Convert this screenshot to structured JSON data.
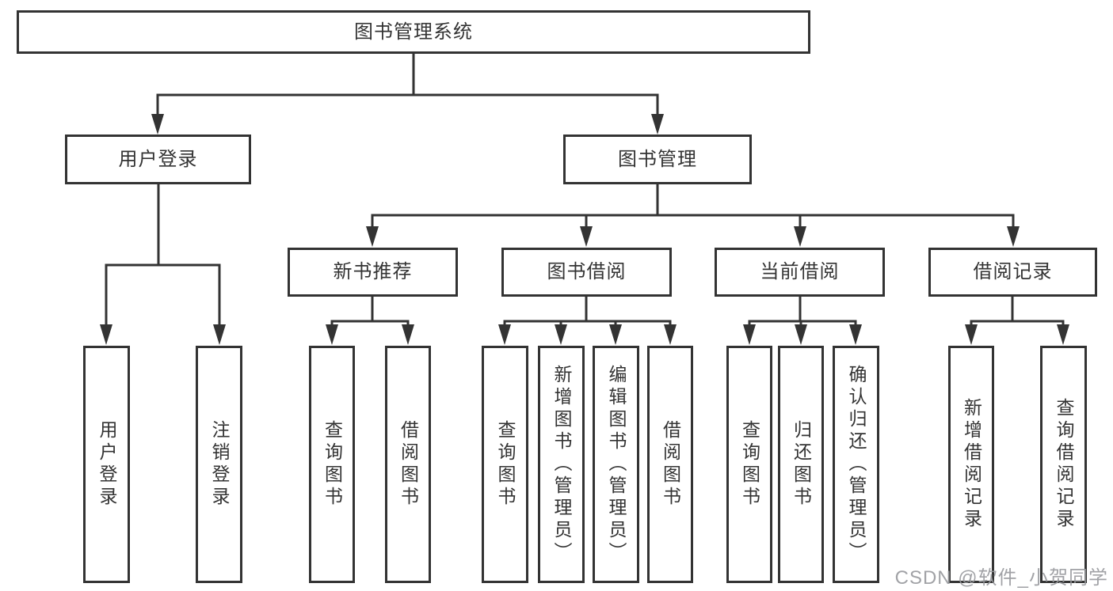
{
  "diagram": {
    "root": {
      "label": "图书管理系统"
    },
    "branches": [
      {
        "label": "用户登录",
        "children": [
          {
            "label": "用户登录"
          },
          {
            "label": "注销登录"
          }
        ]
      },
      {
        "label": "图书管理",
        "children": [
          {
            "label": "新书推荐",
            "children": [
              {
                "label": "查询图书"
              },
              {
                "label": "借阅图书"
              }
            ]
          },
          {
            "label": "图书借阅",
            "children": [
              {
                "label": "查询图书"
              },
              {
                "label": "新增图书（管理员）"
              },
              {
                "label": "编辑图书（管理员）"
              },
              {
                "label": "借阅图书"
              }
            ]
          },
          {
            "label": "当前借阅",
            "children": [
              {
                "label": "查询图书"
              },
              {
                "label": "归还图书"
              },
              {
                "label": "确认归还（管理员）"
              }
            ]
          },
          {
            "label": "借阅记录",
            "children": [
              {
                "label": "新增借阅记录"
              },
              {
                "label": "查询借阅记录"
              }
            ]
          }
        ]
      }
    ]
  },
  "watermark": {
    "text": "CSDN @软件_小贺同学"
  },
  "colors": {
    "line": "#333333",
    "text": "#333333",
    "background": "#ffffff",
    "watermark": "#97999d"
  }
}
